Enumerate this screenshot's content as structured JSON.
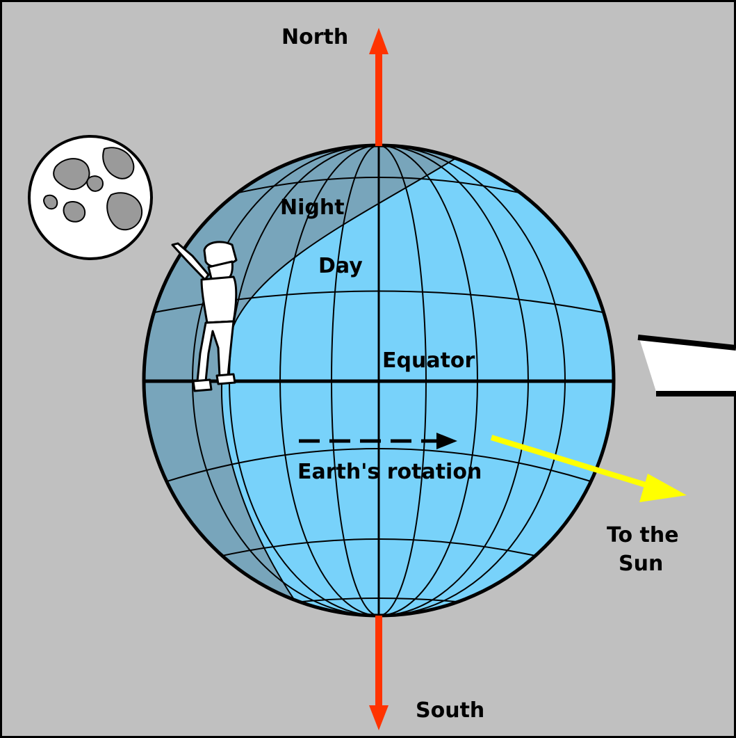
{
  "labels": {
    "north": "North",
    "south": "South",
    "night": "Night",
    "day": "Day",
    "equator": "Equator",
    "rotation": "Earth's rotation",
    "to_sun_line1": "To the",
    "to_sun_line2": "Sun"
  },
  "colors": {
    "background": "#c0c0c0",
    "ocean_day": "#78d2fa",
    "night_shade": "#78a5bb",
    "axis": "#ff3300",
    "sun_arrow": "#ffff00",
    "outline": "#000000"
  },
  "icons": {
    "moon": "moon-icon",
    "observer": "person-pointing-icon",
    "sun_beam": "sun-beam-icon"
  }
}
